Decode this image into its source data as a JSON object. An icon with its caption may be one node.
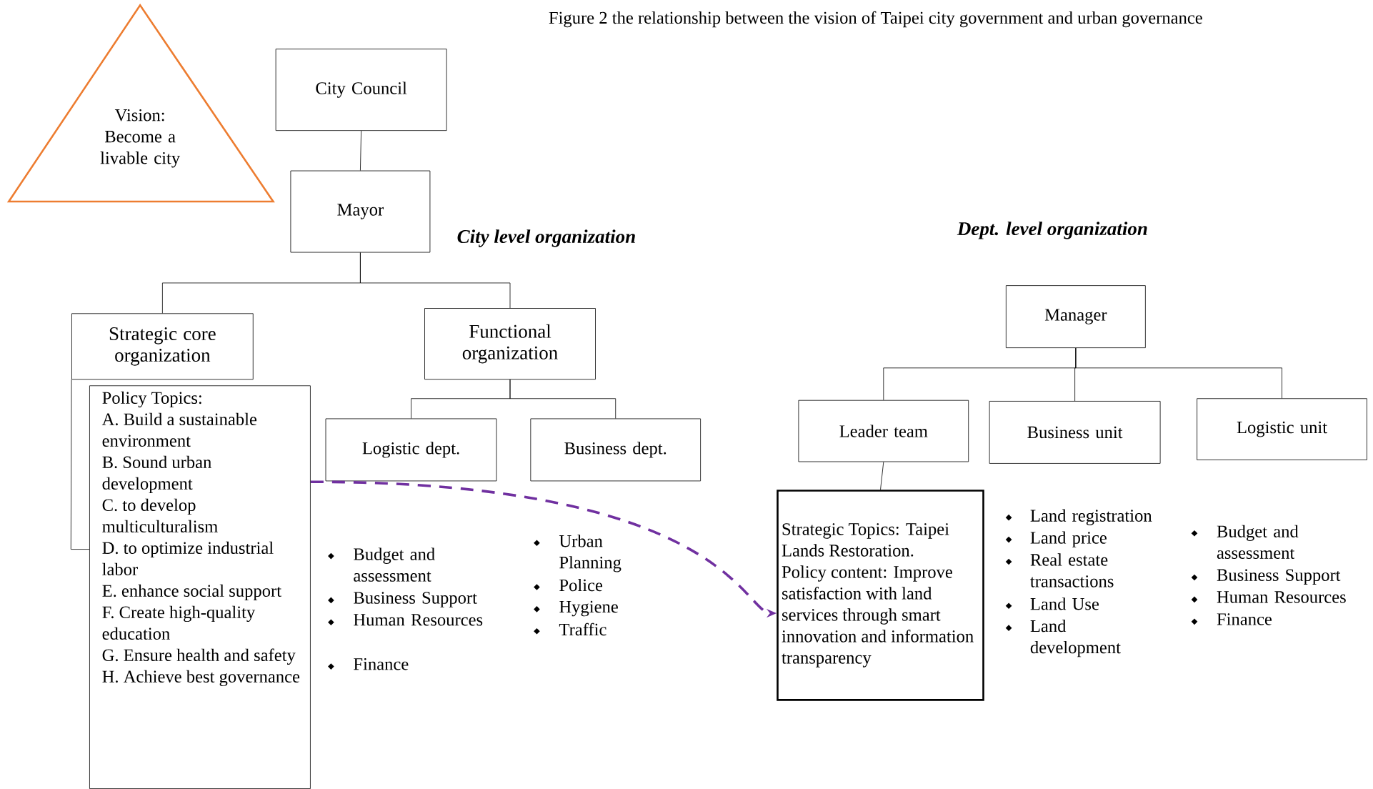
{
  "diagram": {
    "caption": "Figure 2 the relationship between the vision of Taipei city government and urban governance",
    "nodes": [
      {
        "text": [
          "Vision:",
          "Become a livable city"
        ]
      },
      {
        "text": [
          "City Council"
        ]
      },
      {
        "text": [
          "Mayor"
        ]
      },
      {
        "text": [
          "Strategic core organization"
        ]
      },
      {
        "text": [
          "Functional organization"
        ]
      },
      {
        "text": [
          "Policy Topics:",
          "A. Build a sustainable environment",
          "B. Sound urban development",
          "C. to develop multiculturalism",
          "D. to optimize industrial labor",
          "E. enhance social support",
          "F. Create high-quality education",
          "G. Ensure health and safety",
          "H. Achieve best governance"
        ]
      },
      {
        "text": [
          "Logistic dept."
        ]
      },
      {
        "text": [
          "Business dept."
        ]
      },
      {
        "text": [
          "Manager"
        ]
      },
      {
        "text": [
          "Leader team"
        ]
      },
      {
        "text": [
          "Business unit"
        ]
      },
      {
        "text": [
          "Logistic unit"
        ]
      },
      {
        "text": [
          "Strategic Topics: Taipei Lands Restoration.",
          "Policy content: Improve satisfaction with land services through smart innovation and information transparency"
        ]
      }
    ],
    "edges": [
      {
        "from": 1,
        "to": 2,
        "arrow": "none"
      },
      {
        "from": 2,
        "to": 3,
        "arrow": "none"
      },
      {
        "from": 2,
        "to": 4,
        "arrow": "none"
      },
      {
        "from": 3,
        "to": 5,
        "arrow": "none"
      },
      {
        "from": 4,
        "to": 6,
        "arrow": "none"
      },
      {
        "from": 4,
        "to": 7,
        "arrow": "none"
      },
      {
        "from": 8,
        "to": 9,
        "arrow": "none"
      },
      {
        "from": 8,
        "to": 10,
        "arrow": "none"
      },
      {
        "from": 8,
        "to": 11,
        "arrow": "none"
      },
      {
        "from": 9,
        "to": 12,
        "arrow": "none"
      },
      {
        "from": 5,
        "to": 12,
        "arrow": "to",
        "style": "dashed",
        "color": "#7030a0"
      }
    ],
    "labels": [
      "City level organization",
      "Dept. level organization",
      "Budget and assessment",
      "Business Support",
      "Human Resources",
      "Finance",
      "Urban Planning",
      "Police",
      "Hygiene",
      "Traffic",
      "Land registration",
      "Land price",
      "Real estate transactions",
      "Land Use",
      "Land development",
      "Budget and assessment",
      "Business Support",
      "Human Resources",
      "Finance"
    ]
  }
}
